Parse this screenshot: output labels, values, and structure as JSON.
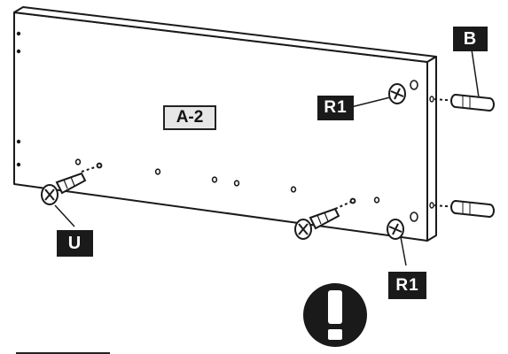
{
  "panel": {
    "label": "A-2"
  },
  "callouts": {
    "dowel_label": "B",
    "cam_label_top": "R1",
    "cam_label_bottom": "R1",
    "bolt_label": "U"
  },
  "warning": {
    "symbol": "!"
  },
  "colors": {
    "ink": "#1a1a1a",
    "label_fill": "#e6e6e6",
    "board_fill": "#ffffff"
  },
  "icons": [
    "warning-icon",
    "cam-lock-icon",
    "cam-bolt-icon",
    "wooden-dowel-icon"
  ]
}
